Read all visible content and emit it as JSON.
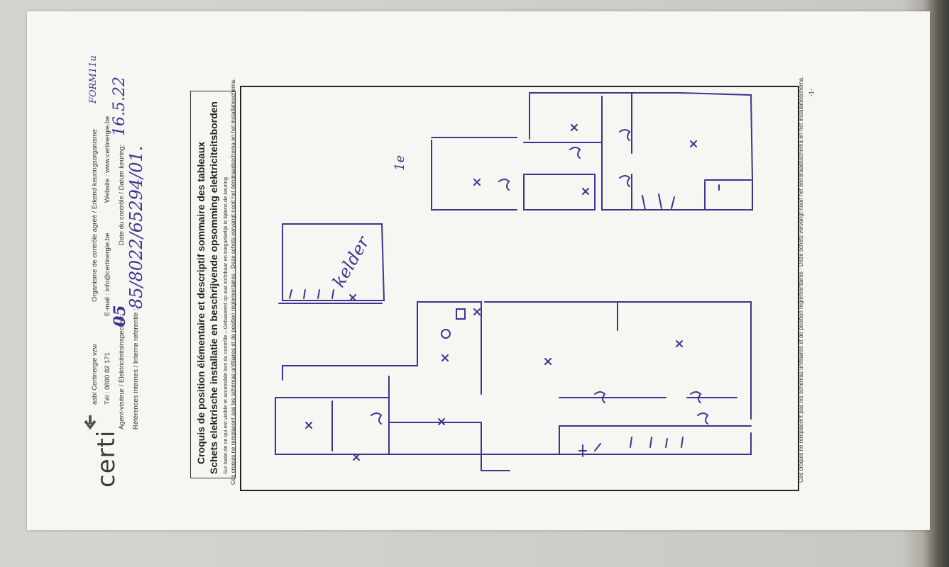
{
  "document": {
    "logo": "certi",
    "org_line": "asbl Certinergie vzw",
    "org_desc": "Organisme de contrôle agréé / Erkend keuringsorganisme",
    "form_code": "FORM11u",
    "phone": "Tél : 0800 82 171",
    "email": "E-mail : info@certinergie.be",
    "website": "Website : www.certinergie.be",
    "agent_label": "Agent-visiteur / Elektriciteitsinspecteur:",
    "agent_value": "05",
    "date_label": "Date du contrôle / Datum keuring:",
    "date_value": "16.5.22",
    "ref_label": "Références internes / Interne referentie :",
    "ref_value": "85/8022/65294/01.",
    "title_fr": "Croquis de position élémentaire et descriptif sommaire des tableaux",
    "title_nl": "Schets elektrische installatie en beschrijvende opsomming elektriciteitsborden",
    "subtitle": "Sur base de ce qui est visible et accessible lors du contrôle – Gebaseerd op wat zichtbaar en toegankelijk is tijdens de keuring",
    "disclaimer": "Ces croquis ne remplacent pas les schémas unifilaires et de position réglementaires - Deze schets vervangt nooit het ééndraadsschema en het installatieschema.",
    "page_mark": "-1-"
  },
  "plan": {
    "annotation": "kelder",
    "floor_mark": "1e"
  }
}
